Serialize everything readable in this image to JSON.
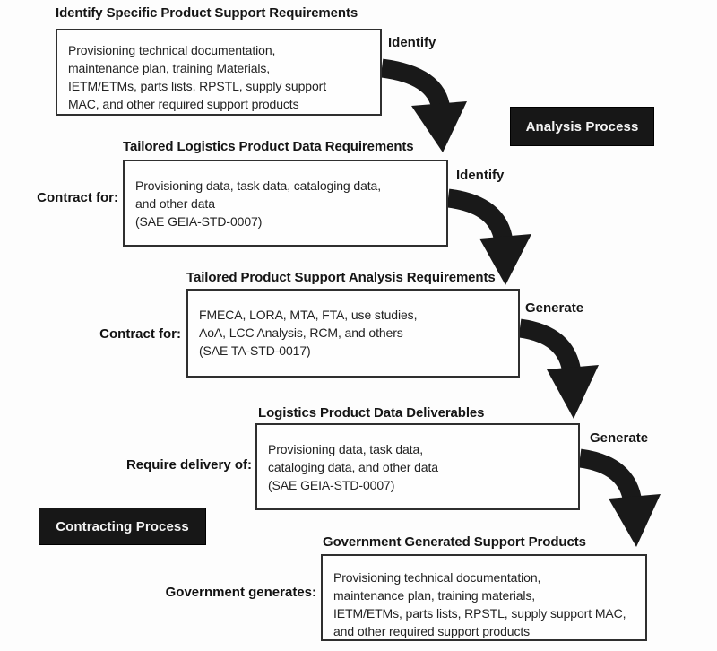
{
  "badges": {
    "analysis_process": "Analysis Process",
    "contracting_process": "Contracting Process"
  },
  "steps": [
    {
      "title": "Identify Specific Product Support Requirements",
      "body": "Provisioning technical documentation,\nmaintenance plan, training Materials,\nIETM/ETMs, parts lists, RPSTL, supply support\nMAC, and other required support products",
      "arrow_label": "Identify"
    },
    {
      "title": "Tailored Logistics Product Data Requirements",
      "side_label": "Contract for:",
      "body": "Provisioning data, task data, cataloging data,\nand other data\n(SAE GEIA-STD-0007)",
      "arrow_label": "Identify"
    },
    {
      "title": "Tailored Product Support Analysis Requirements",
      "side_label": "Contract for:",
      "body": "FMECA, LORA, MTA, FTA, use studies,\nAoA, LCC Analysis, RCM, and others\n(SAE TA-STD-0017)",
      "arrow_label": "Generate"
    },
    {
      "title": "Logistics Product Data Deliverables",
      "side_label": "Require delivery of:",
      "body": "Provisioning data, task data,\ncataloging data, and other data\n(SAE GEIA-STD-0007)",
      "arrow_label": "Generate"
    },
    {
      "title": "Government Generated Support Products",
      "side_label": "Government generates:",
      "body": "Provisioning technical documentation,\nmaintenance plan, training materials,\nIETM/ETMs, parts lists, RPSTL, supply support MAC,\nand other required support products"
    }
  ],
  "colors": {
    "ink": "#1b1b1b",
    "badge_bg": "#171717",
    "badge_text": "#f4f4f4"
  }
}
